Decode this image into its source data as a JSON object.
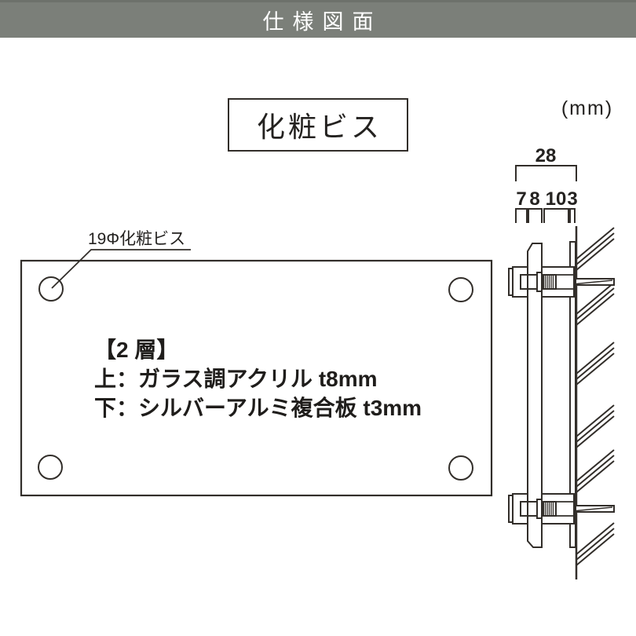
{
  "header": {
    "title": "仕様図面",
    "bg_color": "#7b7f79",
    "text_color": "#ffffff"
  },
  "unit_label": "(mm)",
  "part_label": "化粧ビス",
  "callout_label": "19Φ化粧ビス",
  "spec": {
    "title": "【2 層】",
    "top_layer": "上：ガラス調アクリル t8mm",
    "bottom_layer": "下：シルバーアルミ複合板 t3mm"
  },
  "dimensions": {
    "total": "28",
    "layers": [
      "7",
      "8",
      "10",
      "3"
    ]
  },
  "colors": {
    "line": "#322e2a",
    "background": "#ffffff"
  }
}
